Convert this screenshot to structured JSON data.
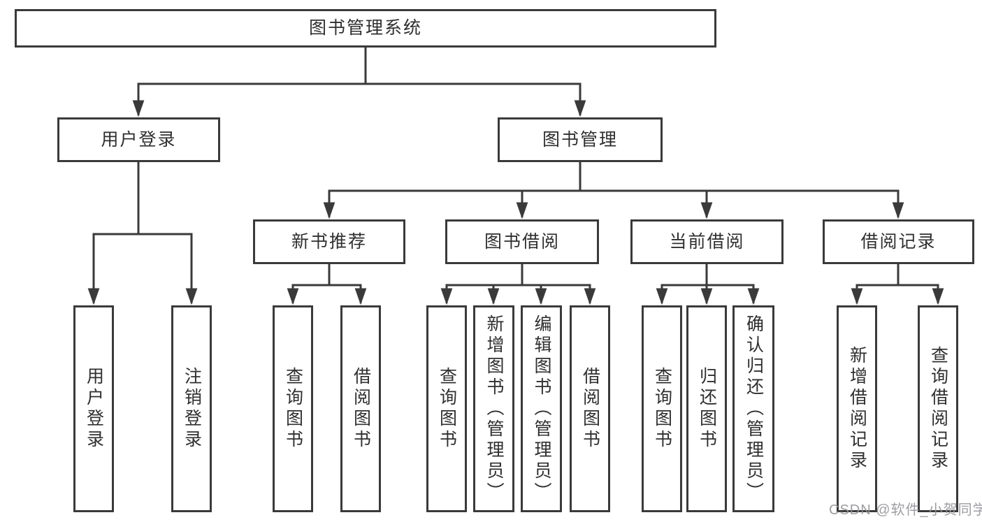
{
  "diagram_type": "hierarchy-tree",
  "colors": {
    "line": "#3a3a3a",
    "box_border": "#3a3a3a",
    "text": "#2f2f2f",
    "background": "#ffffff",
    "watermark": "#949499"
  },
  "tree": {
    "label": "图书管理系统",
    "children": [
      {
        "label": "用户登录",
        "children": [
          {
            "label": "用户登录"
          },
          {
            "label": "注销登录"
          }
        ]
      },
      {
        "label": "图书管理",
        "children": [
          {
            "label": "新书推荐",
            "children": [
              {
                "label": "查询图书"
              },
              {
                "label": "借阅图书"
              }
            ]
          },
          {
            "label": "图书借阅",
            "children": [
              {
                "label": "查询图书"
              },
              {
                "label": "新增图书（管理员）"
              },
              {
                "label": "编辑图书（管理员）"
              },
              {
                "label": "借阅图书"
              }
            ]
          },
          {
            "label": "当前借阅",
            "children": [
              {
                "label": "查询图书"
              },
              {
                "label": "归还图书"
              },
              {
                "label": "确认归还（管理员）"
              }
            ]
          },
          {
            "label": "借阅记录",
            "children": [
              {
                "label": "新增借阅记录"
              },
              {
                "label": "查询借阅记录"
              }
            ]
          }
        ]
      }
    ]
  },
  "watermark": {
    "text": "CSDN @软件_小贺同学"
  }
}
